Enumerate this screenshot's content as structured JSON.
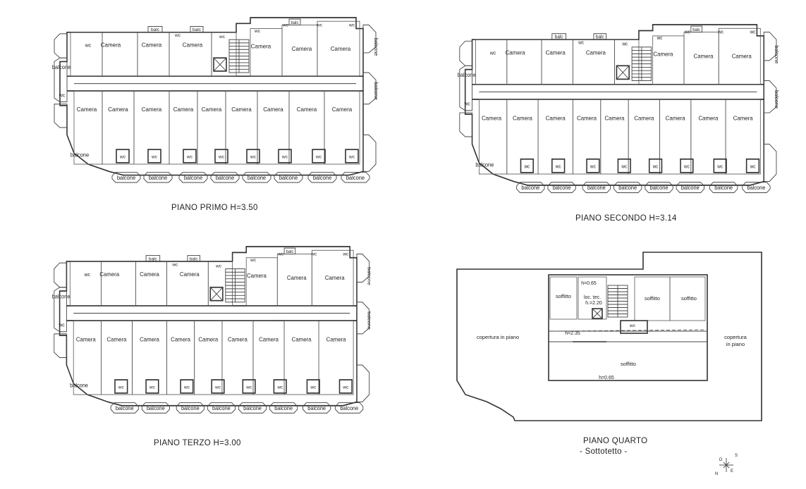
{
  "labels": {
    "camera": "Camera",
    "wc": "wc",
    "balcone": "balcone",
    "balc": "balc",
    "soffitto": "soffitto",
    "copertura_in_piano": "copertura in piano",
    "copertura": "copertura",
    "in_piano": "in piano",
    "loc_tec_1": "loc. tec.",
    "loc_tec_2": "h.=2.20",
    "h065": "h=0.65",
    "h235": "h=2.35"
  },
  "floors": {
    "primo": "PIANO PRIMO H=3.50",
    "secondo": "PIANO SECONDO H=3.14",
    "terzo": "PIANO TERZO H=3.00",
    "quarto": "PIANO QUARTO",
    "quarto_sub": "- Sottotetto -"
  },
  "compass": {
    "labels": [
      "S",
      "N",
      "O",
      "E"
    ]
  }
}
